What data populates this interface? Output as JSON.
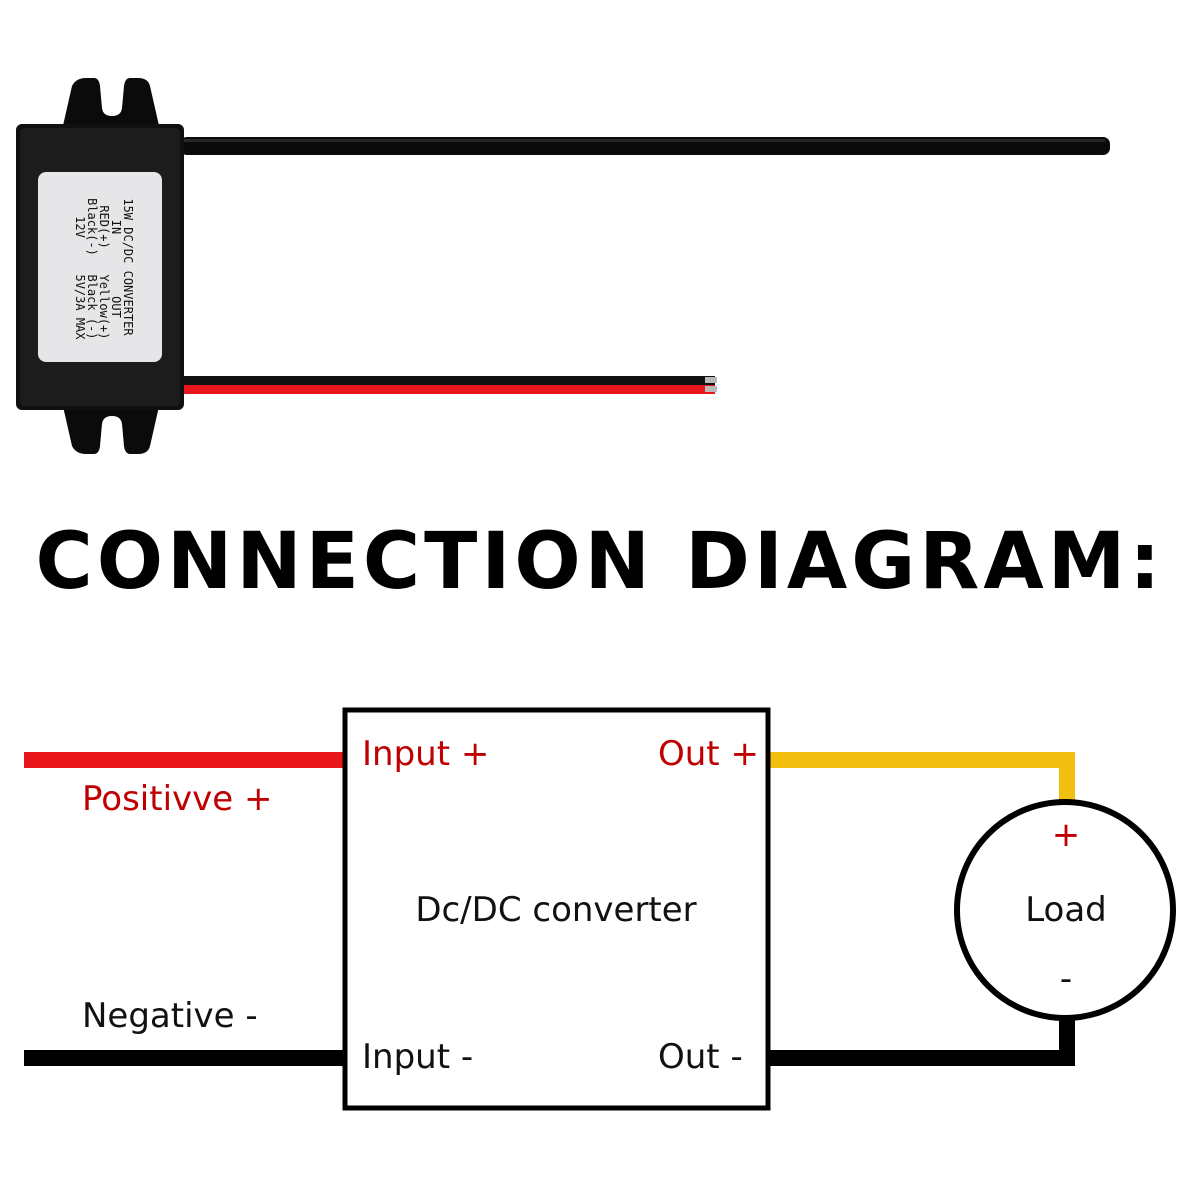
{
  "colors": {
    "positive_wire": "#e8151b",
    "negative_wire": "#000000",
    "output_wire": "#f2c010",
    "terminal_label": "#c00000",
    "housing": "#111111",
    "label_sticker": "#e6e6e8"
  },
  "device_label": {
    "line1": "15W DC/DC CONVERTER",
    "line2_in": "IN",
    "line2_out": "OUT",
    "line3_in": "RED(+)",
    "line3_out": "Yellow(+)",
    "line4_in": "Black(-)",
    "line4_out": "Black (-)",
    "line5_in": "12V",
    "line5_out": "5V/3A  MAX"
  },
  "title": "CONNECTION DIAGRAM:",
  "diagram": {
    "wire_positive_label": "Positivve +",
    "wire_negative_label": "Negative -",
    "converter": {
      "input_plus": "Input +",
      "input_minus": "Input -",
      "out_plus": "Out +",
      "out_minus": "Out -",
      "name": "Dc/DC converter"
    },
    "load": {
      "name": "Load",
      "plus": "+",
      "minus": "-"
    }
  }
}
